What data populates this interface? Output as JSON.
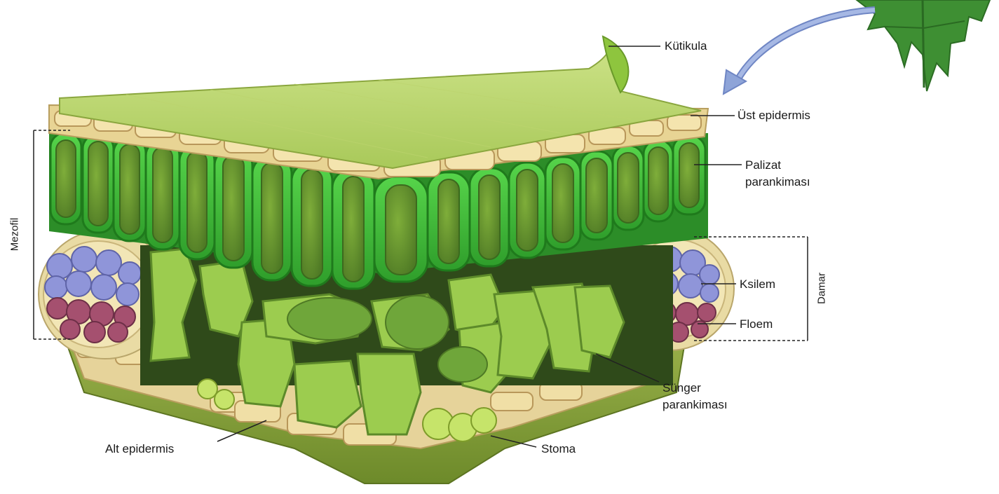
{
  "labels": {
    "kutikula": "Kütikula",
    "ust_epidermis": "Üst epidermis",
    "palizat": "Palizat parankiması",
    "ksilem": "Ksilem",
    "floem": "Floem",
    "sunger": "Sünger parankiması",
    "alt_epidermis": "Alt epidermis",
    "stoma": "Stoma",
    "mezofil": "Mezofil",
    "damar": "Damar"
  },
  "colors": {
    "cuticle": "#b9d66a",
    "epidermis": "#efdca3",
    "palisade": "#3fbf3a",
    "palisade_inner": "#5d8f2f",
    "spongy": "#8fc046",
    "xylem": "#8f95d9",
    "phloem": "#a5506f",
    "leaf": "#3e8f33",
    "arrow": "#8ea4d8"
  }
}
